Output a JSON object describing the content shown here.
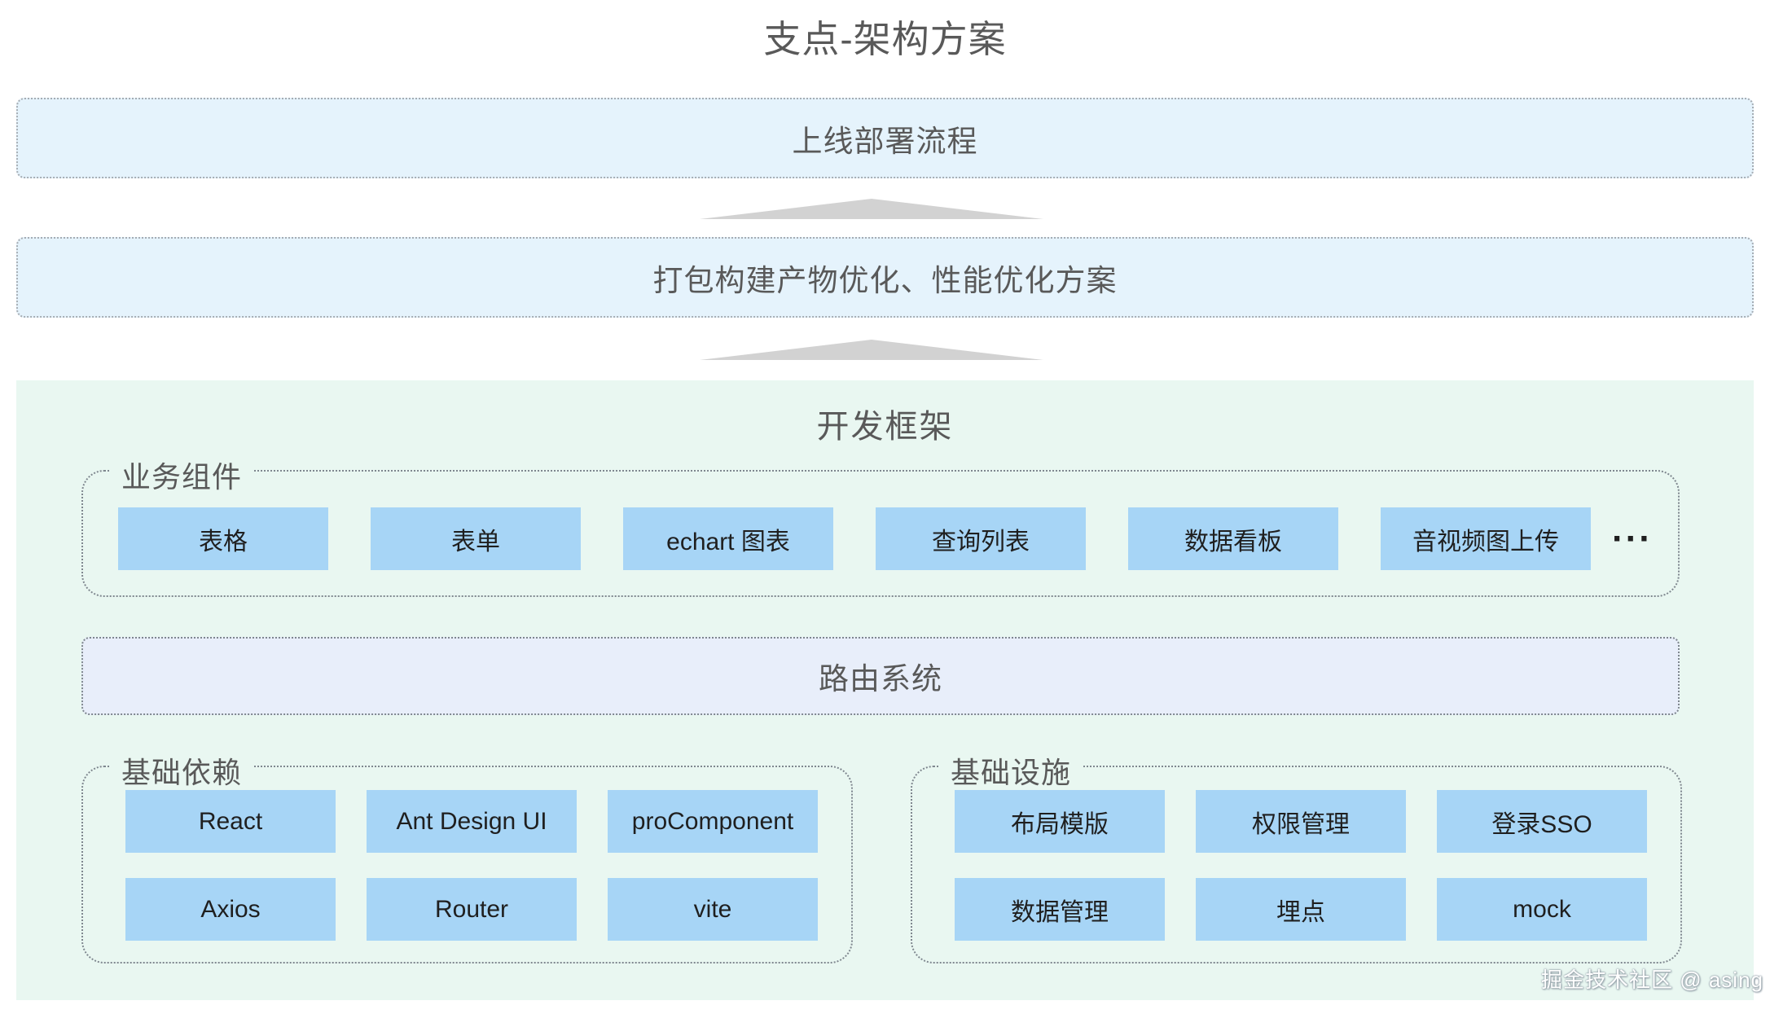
{
  "title": "支点-架构方案",
  "flow": {
    "step1": "上线部署流程",
    "step2": "打包构建产物优化、性能优化方案"
  },
  "framework": {
    "heading": "开发框架",
    "business": {
      "label": "业务组件",
      "items": [
        "表格",
        "表单",
        "echart 图表",
        "查询列表",
        "数据看板",
        "音视频图上传"
      ],
      "more": "···"
    },
    "routing": {
      "label": "路由系统"
    },
    "deps": {
      "label": "基础依赖",
      "items": [
        "React",
        "Ant Design UI",
        "proComponent",
        "Axios",
        "Router",
        "vite"
      ]
    },
    "infra": {
      "label": "基础设施",
      "items": [
        "布局模版",
        "权限管理",
        "登录SSO",
        "数据管理",
        "埋点",
        "mock"
      ]
    }
  },
  "watermark": "掘金技术社区 @ asing",
  "colors": {
    "flow_box_bg": "#e5f3fc",
    "routing_bg": "#e8eefa",
    "mint_bg": "#e9f7f1",
    "item_bg": "#a7d5f6",
    "arrow": "#d2d2d2",
    "heading_text": "#595959",
    "item_text": "#1f1f1f",
    "flow_border": "#a6adb4",
    "group_border": "#7f878f"
  }
}
